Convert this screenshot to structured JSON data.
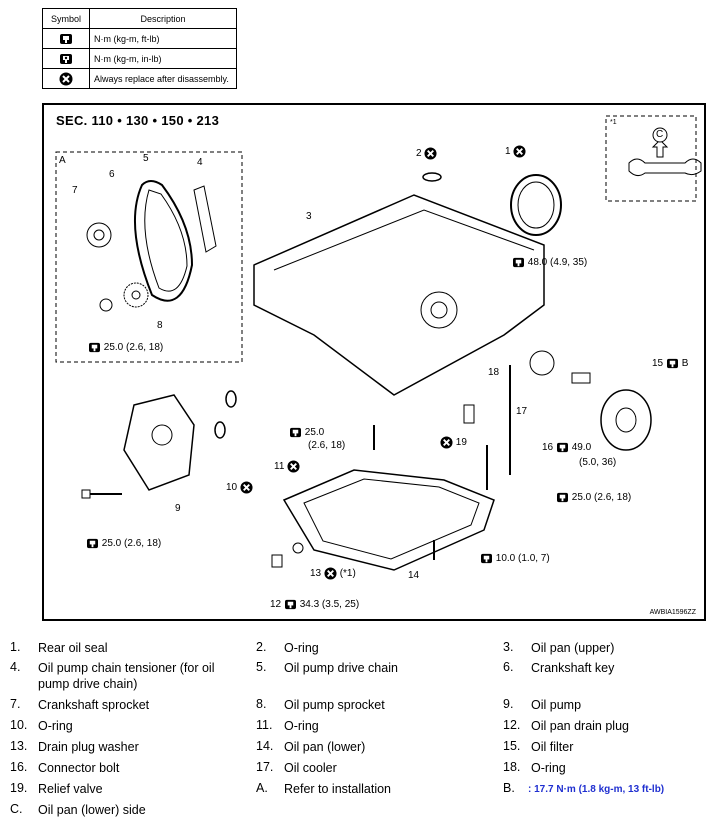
{
  "symbol_table": {
    "header_symbol": "Symbol",
    "header_description": "Description",
    "rows": [
      {
        "icon": "torque-wrench-icon",
        "description": "N·m (kg-m, ft-lb)"
      },
      {
        "icon": "torque-wrench-small-icon",
        "description": "N·m (kg-m, in-lb)"
      },
      {
        "icon": "always-replace-icon",
        "description": "Always replace after disassembly."
      }
    ]
  },
  "figure": {
    "section": "SEC.  110  •  130  •  150  •  213",
    "code": "AWBIA1596ZZ",
    "callout_nums": [
      "1",
      "2",
      "3",
      "4",
      "5",
      "6",
      "7",
      "8",
      "9",
      "10",
      "11",
      "12",
      "13",
      "14",
      "15",
      "16",
      "17",
      "18",
      "19"
    ],
    "callout_letters": {
      "a": "A",
      "b": "B",
      "c": "C"
    },
    "note_star1": "*1",
    "note_paren": "(*1)",
    "torques": {
      "t48": "48.0 (4.9, 35)",
      "t25_sprocket": "25.0 (2.6, 18)",
      "t25_a": "25.0",
      "t25_b": "(2.6, 18)",
      "t49_a": "49.0",
      "t49_b": "(5.0, 36)",
      "t25_right": "25.0 (2.6, 18)",
      "t25_pump": "25.0 (2.6, 18)",
      "t10": "10.0 (1.0, 7)",
      "t34": "34.3 (3.5, 25)"
    }
  },
  "parts": [
    {
      "num": "1.",
      "label": "Rear oil seal"
    },
    {
      "num": "2.",
      "label": "O-ring"
    },
    {
      "num": "3.",
      "label": "Oil pan (upper)"
    },
    {
      "num": "4.",
      "label": "Oil pump chain tensioner (for oil pump drive chain)"
    },
    {
      "num": "5.",
      "label": "Oil pump drive chain"
    },
    {
      "num": "6.",
      "label": "Crankshaft key"
    },
    {
      "num": "7.",
      "label": "Crankshaft sprocket"
    },
    {
      "num": "8.",
      "label": "Oil pump sprocket"
    },
    {
      "num": "9.",
      "label": "Oil pump"
    },
    {
      "num": "10.",
      "label": "O-ring"
    },
    {
      "num": "11.",
      "label": "O-ring"
    },
    {
      "num": "12.",
      "label": "Oil pan drain plug"
    },
    {
      "num": "13.",
      "label": "Drain plug washer"
    },
    {
      "num": "14.",
      "label": "Oil pan (lower)"
    },
    {
      "num": "15.",
      "label": "Oil filter"
    },
    {
      "num": "16.",
      "label": "Connector bolt"
    },
    {
      "num": "17.",
      "label": "Oil cooler"
    },
    {
      "num": "18.",
      "label": "O-ring"
    },
    {
      "num": "19.",
      "label": "Relief valve"
    },
    {
      "num": "A.",
      "label": "Refer to installation"
    },
    {
      "num": "B.",
      "label": ": 17.7 N·m (1.8 kg-m, 13 ft-lb)",
      "color": "#1f2fd0"
    },
    {
      "num": "C.",
      "label": "Oil pan (lower) side"
    }
  ]
}
